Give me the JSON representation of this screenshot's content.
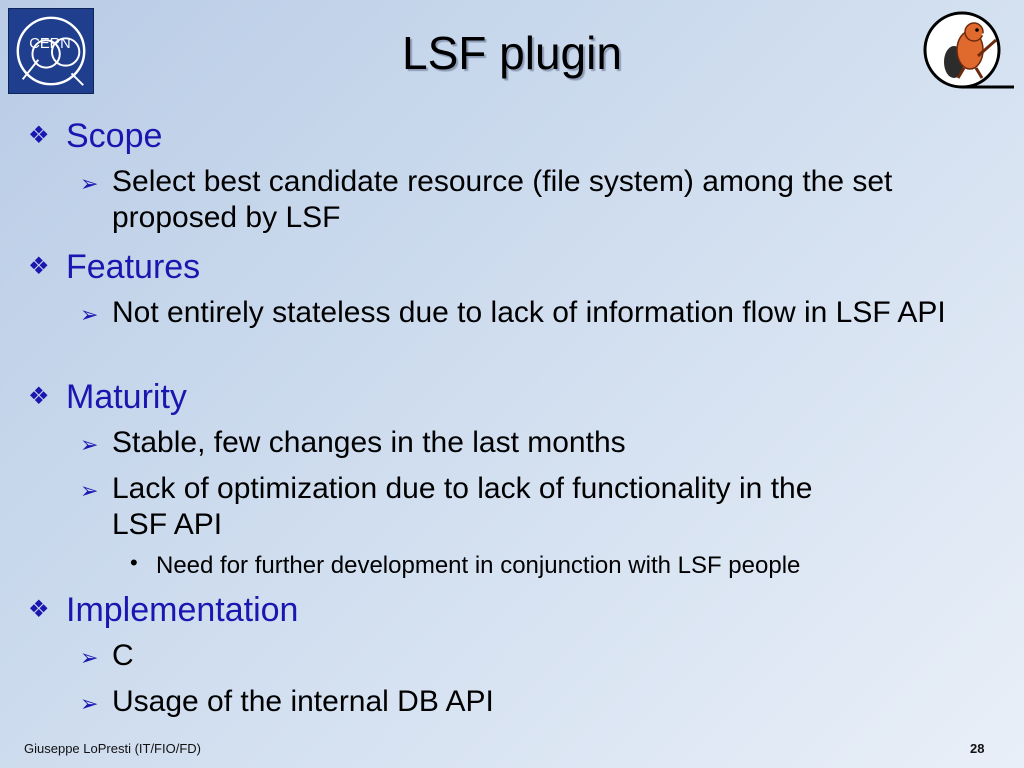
{
  "slide": {
    "title": "LSF plugin",
    "sections": [
      {
        "heading": "Scope",
        "items": [
          {
            "text": "Select best candidate resource (file system) among the set proposed by LSF"
          }
        ]
      },
      {
        "heading": "Features",
        "items": [
          {
            "text": "Not entirely stateless due to lack of information flow in LSF API"
          }
        ]
      },
      {
        "heading": "Maturity",
        "items": [
          {
            "text": "Stable, few changes in the last months"
          },
          {
            "text": "Lack of optimization due to lack of functionality in the LSF API",
            "subitems": [
              "Need for further development in conjunction with LSF people"
            ]
          }
        ]
      },
      {
        "heading": "Implementation",
        "items": [
          {
            "text": "C"
          },
          {
            "text": "Usage of the internal DB API"
          }
        ]
      }
    ]
  },
  "logos": {
    "cern_text": "CERN",
    "left_icon": "cern-logo-icon",
    "right_icon": "castor-beaver-logo-icon"
  },
  "footer": {
    "author": "Giuseppe LoPresti (IT/FIO/FD)",
    "page_number": "28"
  },
  "colors": {
    "heading": "#1a16b0",
    "body_text": "#000000",
    "cern_blue": "#1f3f8e"
  }
}
